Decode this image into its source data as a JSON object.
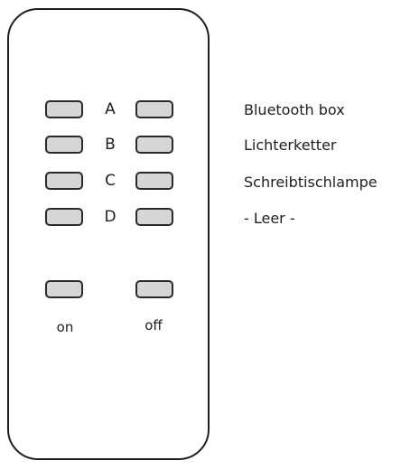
{
  "remote": {
    "rows": [
      {
        "label": "A",
        "device": "Bluetooth box"
      },
      {
        "label": "B",
        "device": "Lichterketter"
      },
      {
        "label": "C",
        "device": "Schreibtischlampe"
      },
      {
        "label": "D",
        "device": "- Leer -"
      }
    ],
    "on_label": "on",
    "off_label": "off"
  },
  "colors": {
    "stroke": "#1e1e1e",
    "button_fill": "#d6d6d6",
    "background": "#ffffff"
  }
}
